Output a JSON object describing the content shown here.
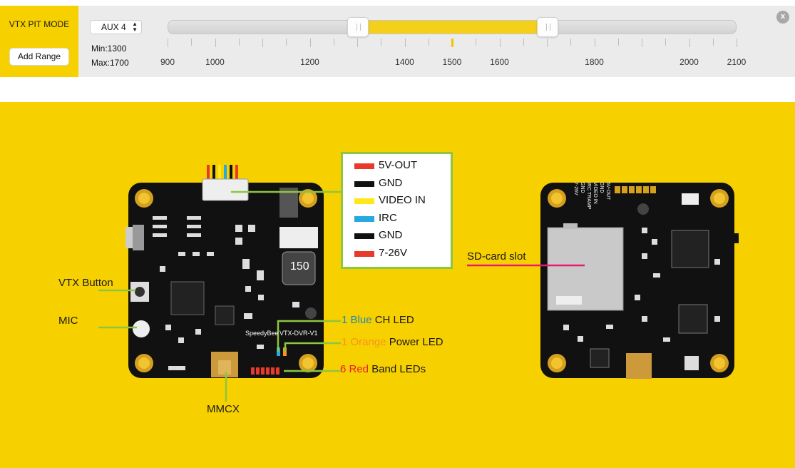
{
  "mode": {
    "title": "VTX PIT MODE",
    "add_range_label": "Add Range",
    "aux_channel": "AUX 4",
    "min_label": "Min:1300",
    "max_label": "Max:1700",
    "range_min": 1300,
    "range_max": 1700,
    "current_value": 1500,
    "scale_min": 900,
    "scale_max": 2100,
    "tick_labels": [
      "900",
      "1000",
      "1200",
      "1400",
      "1500",
      "1600",
      "1800",
      "2000",
      "2100"
    ],
    "close_label": "x"
  },
  "diagram": {
    "legend": [
      {
        "label": "5V-OUT",
        "color": "#e8392a"
      },
      {
        "label": "GND",
        "color": "#111111"
      },
      {
        "label": "VIDEO IN",
        "color": "#ffe81a"
      },
      {
        "label": "IRC",
        "color": "#27a8e0"
      },
      {
        "label": "GND",
        "color": "#111111"
      },
      {
        "label": "7-26V",
        "color": "#e8392a"
      }
    ],
    "vtx_button": "VTX Button",
    "mic": "MIC",
    "mmcx": "MMCX",
    "sd_card": "SD-card slot",
    "ch_led_prefix": "1 Blue",
    "ch_led_suffix": " CH LED",
    "power_led_prefix": "1 Orange",
    "power_led_suffix": " Power LED",
    "band_led_prefix": "6 Red",
    "band_led_suffix": " Band LEDs",
    "board_brand": "SpeedyBee",
    "board_model": "VTX-DVR-V1",
    "inductor_code": "150",
    "back_pin_labels": [
      "5V-OUT",
      "GND",
      "VIDEO IN",
      "IRC TRAMP",
      "GND",
      "7-26V"
    ],
    "colors": {
      "blue_text": "#1e88b8",
      "orange_text": "#f7931e",
      "red_text": "#ed1c24",
      "leader_green": "#8dc63f",
      "leader_pink": "#e8196e"
    }
  }
}
